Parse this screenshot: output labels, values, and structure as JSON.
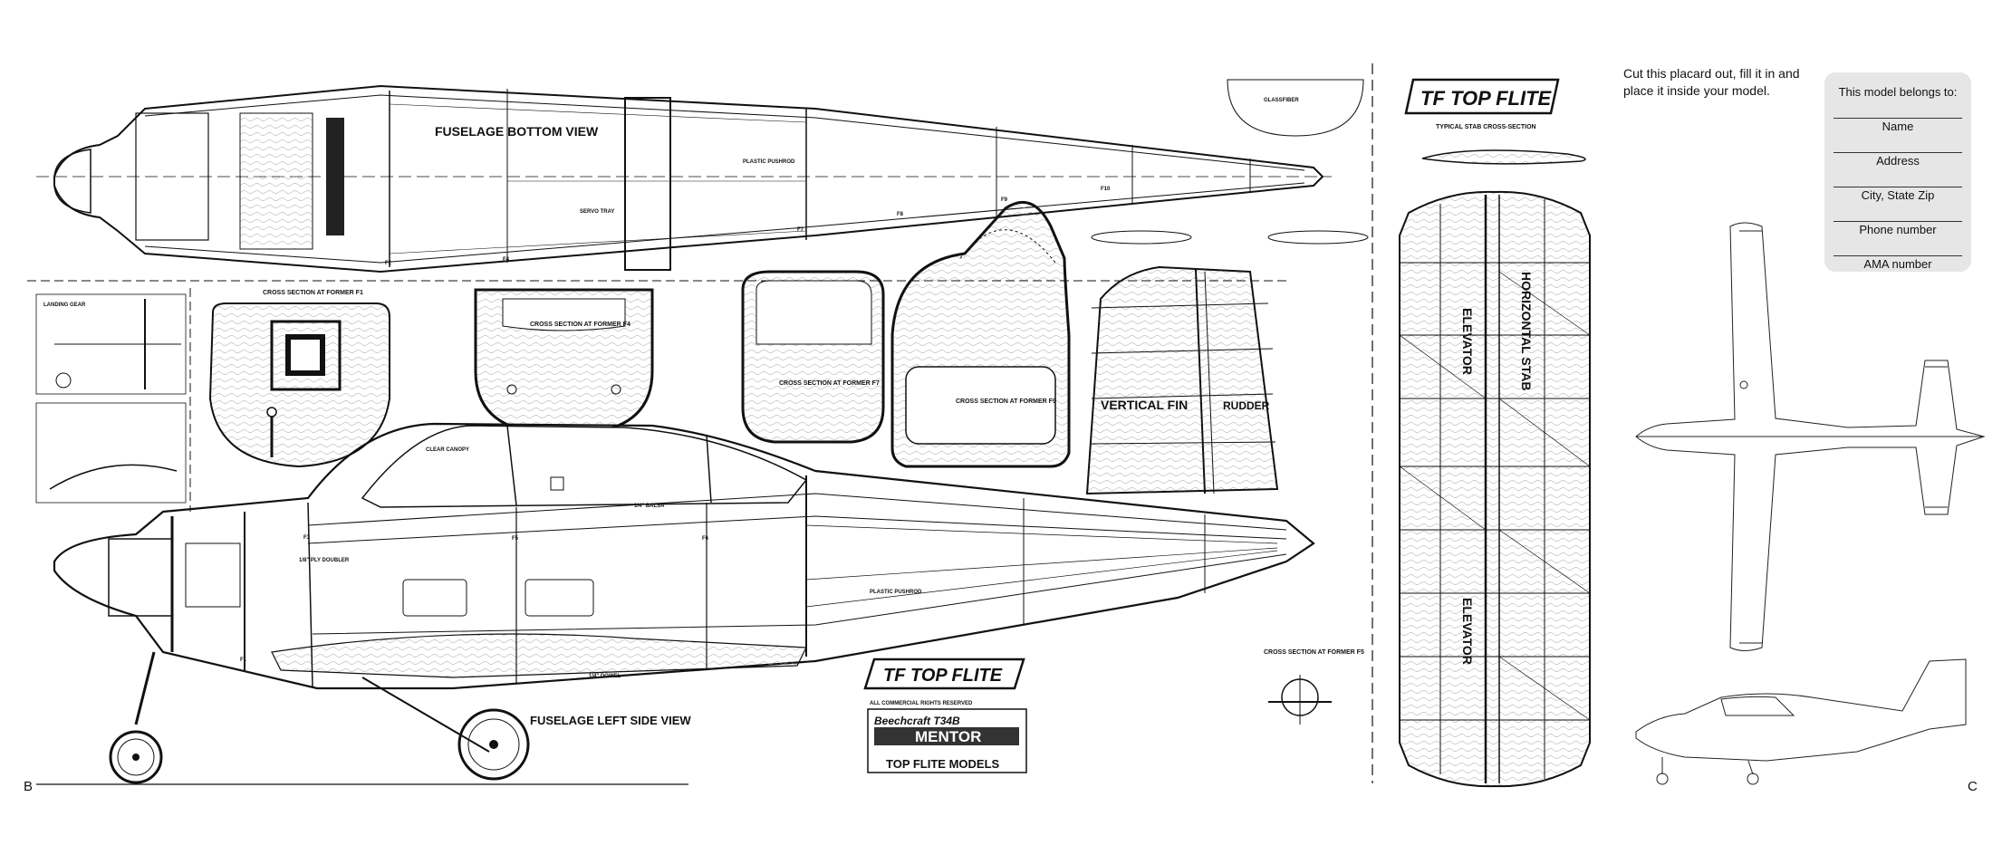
{
  "corners": {
    "left": "B",
    "right": "C"
  },
  "placard": {
    "instruction": "Cut this placard out, fill it in and place it inside your model.",
    "heading": "This model belongs to:",
    "fields": [
      "Name",
      "Address",
      "City, State Zip",
      "Phone number",
      "AMA number"
    ]
  },
  "plan": {
    "brand_logo": "TF TOP FLITE",
    "views": {
      "fuselage_bottom": "FUSELAGE BOTTOM VIEW",
      "fuselage_side": "FUSELAGE LEFT SIDE VIEW",
      "vertical_fin": "VERTICAL FIN",
      "rudder": "RUDDER",
      "horizontal_stab": "HORIZONTAL STAB",
      "elevator": "ELEVATOR",
      "typical_stab_cross_section": "TYPICAL STAB CROSS-SECTION"
    },
    "cross_sections": {
      "f1": "CROSS SECTION AT FORMER F1",
      "f4": "CROSS SECTION AT FORMER F4",
      "f5": "CROSS SECTION AT FORMER F5",
      "f7": "CROSS SECTION AT FORMER F7",
      "f9": "CROSS SECTION AT FORMER F9"
    },
    "title_block": {
      "model": "Beechcraft T34B",
      "name": "MENTOR",
      "company": "TOP FLITE MODELS",
      "rights": "ALL COMMERCIAL RIGHTS RESERVED"
    },
    "callouts": {
      "canopy": "CLEAR CANOPY",
      "glassfiber": "GLASSFIBER",
      "balsa_sheet": "1/4\" BALSA",
      "ply_doubler": "1/8\" PLY DOUBLER",
      "landing_gear": "LANDING GEAR",
      "servo_tray": "SERVO TRAY",
      "pushrod": "PLASTIC PUSHROD",
      "wing_dowel": "1/4\" DOWEL",
      "former_f1": "F1",
      "former_f2": "F2",
      "former_f3": "F3",
      "former_f4": "F4",
      "former_f5": "F5",
      "former_f6": "F6",
      "former_f7": "F7",
      "former_f8": "F8",
      "former_f9": "F9",
      "former_f10": "F10"
    }
  }
}
